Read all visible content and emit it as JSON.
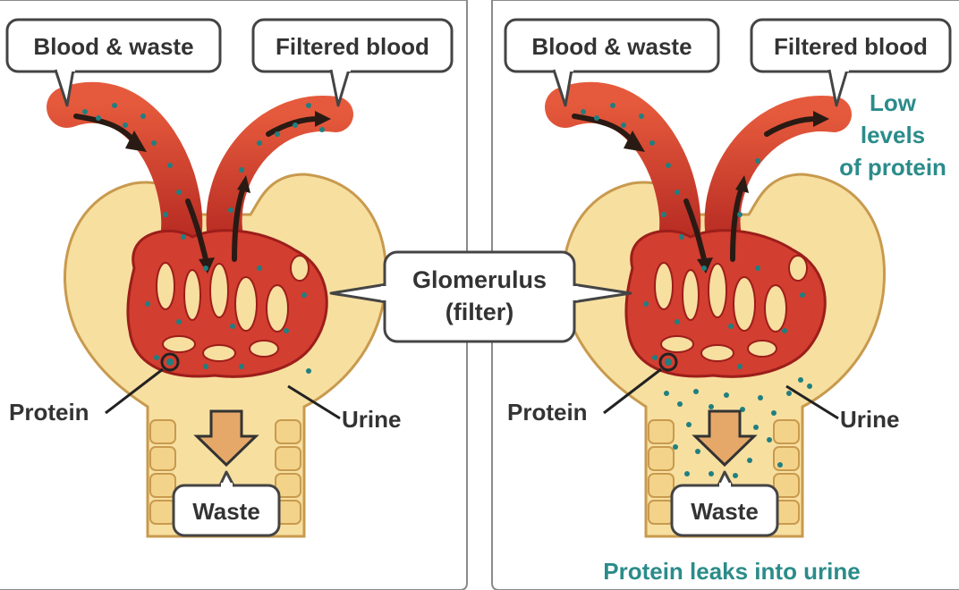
{
  "labels": {
    "blood_waste": "Blood & waste",
    "filtered_blood": "Filtered blood",
    "glomerulus": "Glomerulus",
    "glomerulus_sub": "(filter)",
    "protein": "Protein",
    "urine": "Urine",
    "waste": "Waste"
  },
  "right_notes": {
    "low_1": "Low",
    "low_2": "levels",
    "low_3": "of protein",
    "leak": "Protein leaks into urine"
  },
  "colors": {
    "panel_border": "#8a8a8a",
    "capsule": "#f7dfa0",
    "capsule_edge": "#c89a4e",
    "vessel": "#c9302c",
    "vessel_light": "#e0573b",
    "protein_dot": "#1f7f80",
    "label_text": "#333333",
    "note_teal": "#2b8c8a",
    "arrow_fill": "#e6a868"
  },
  "icons": [
    "flow-arrow-icon",
    "down-arrow-icon",
    "protein-dot-icon"
  ]
}
